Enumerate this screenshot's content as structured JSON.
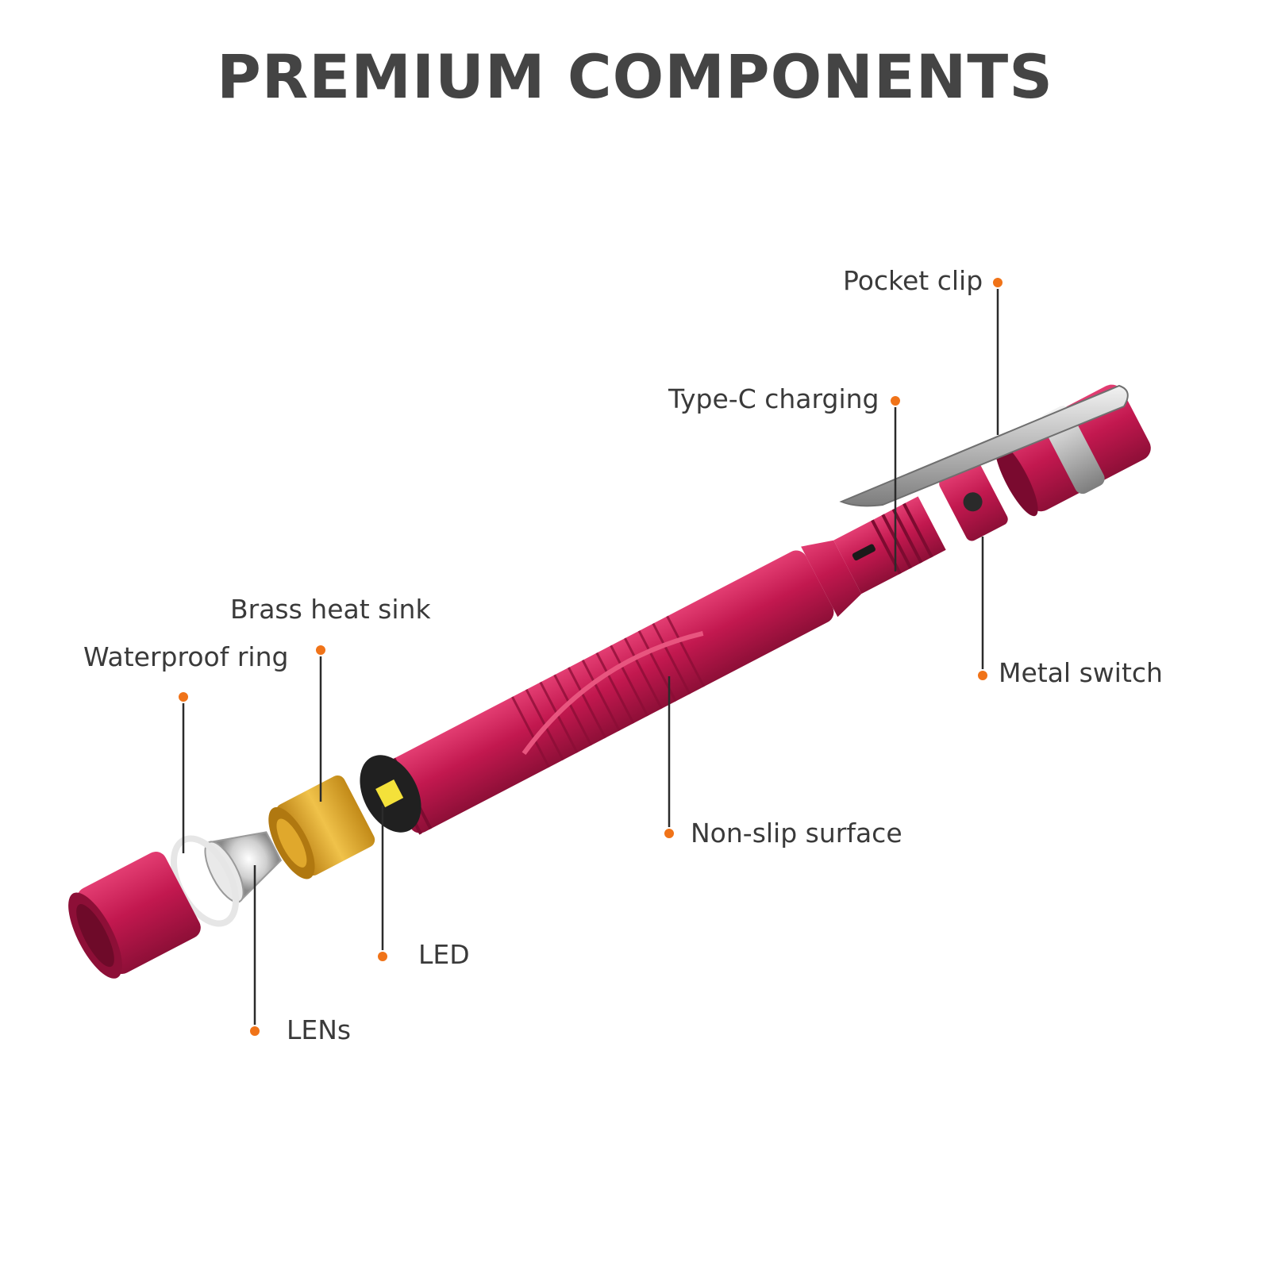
{
  "title": "PREMIUM COMPONENTS",
  "labels": {
    "pocket_clip": "Pocket clip",
    "type_c": "Type-C charging",
    "brass": "Brass heat sink",
    "waterproof": "Waterproof ring",
    "metal_switch": "Metal switch",
    "non_slip": "Non-slip surface",
    "led": "LED",
    "lens": "LENs"
  },
  "colors": {
    "body": "#c2184f",
    "brass": "#d9a022",
    "dot": "#f07318",
    "line": "#2b2b2b",
    "text": "#3a3a3a"
  }
}
